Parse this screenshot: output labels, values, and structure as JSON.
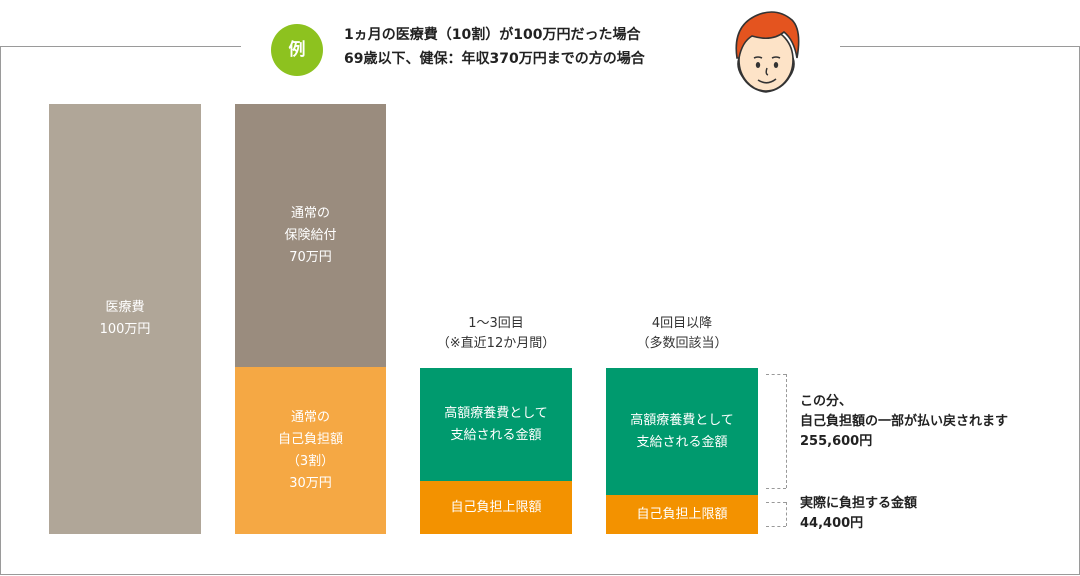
{
  "header": {
    "badge": "例",
    "line1": "1ヵ月の医療費（10割）が100万円だった場合",
    "line2": "69歳以下、健保：年収370万円までの方の場合"
  },
  "col1": {
    "line1": "医療費",
    "line2": "100万円"
  },
  "col2": {
    "insurance": {
      "line1": "通常の",
      "line2": "保険給付",
      "line3": "70万円"
    },
    "copay": {
      "line1": "通常の",
      "line2": "自己負担額",
      "line3": "（3割）",
      "line4": "30万円"
    }
  },
  "col3": {
    "label1": "1～3回目",
    "label2": "（※直近12か月間）",
    "benefit1": "高額療養費として",
    "benefit2": "支給される金額",
    "limit": "自己負担上限額"
  },
  "col4": {
    "label1": "4回目以降",
    "label2": "（多数回該当）",
    "benefit1": "高額療養費として",
    "benefit2": "支給される金額",
    "limit": "自己負担上限額"
  },
  "refund_note": {
    "line1": "この分、",
    "line2": "自己負担額の一部が払い戻されます",
    "line3": "255,600円"
  },
  "actual_note": {
    "line1": "実際に負担する金額",
    "line2": "44,400円"
  },
  "colors": {
    "medical_cost": "#b0a698",
    "insurance": "#9a8c7e",
    "copay": "#f5a844",
    "benefit": "#009a6e",
    "limit": "#f39200",
    "badge": "#8dc21f"
  },
  "icons": {
    "avatar": "man-face-icon"
  }
}
